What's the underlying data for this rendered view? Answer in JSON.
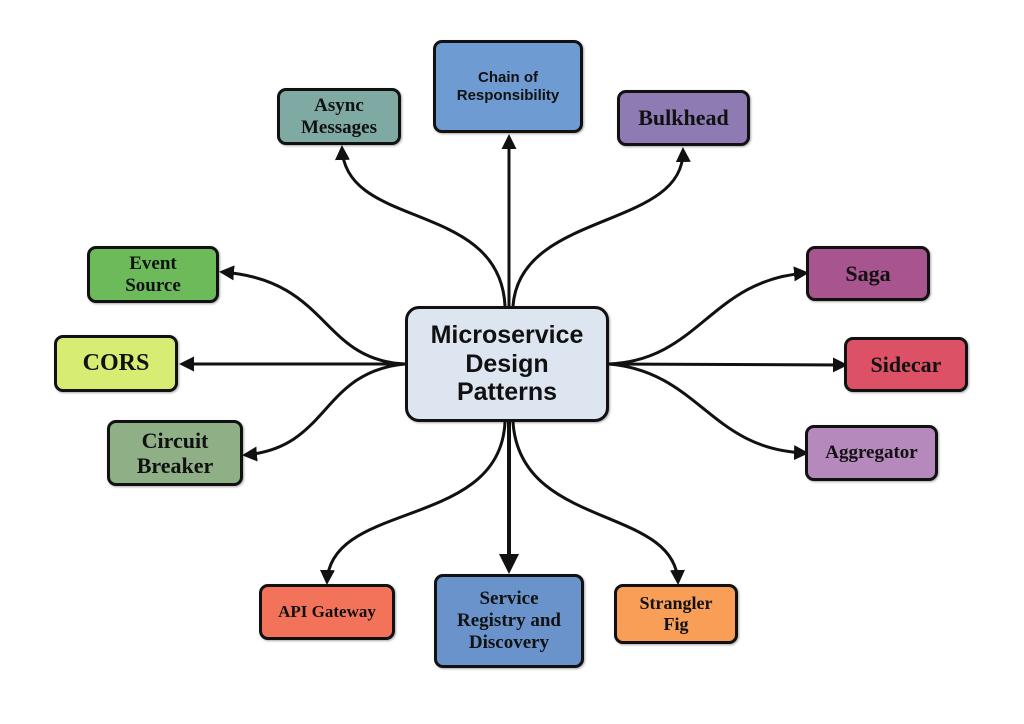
{
  "center": {
    "label": "Microservice\nDesign\nPatterns",
    "fill": "#dde6f0"
  },
  "patterns": {
    "chain": {
      "label": "Chain of\nResponsibility",
      "fill": "#6f9bd3"
    },
    "async": {
      "label": "Async\nMessages",
      "fill": "#7fa9a3"
    },
    "bulkhead": {
      "label": "Bulkhead",
      "fill": "#8e7bb3"
    },
    "event": {
      "label": "Event\nSource",
      "fill": "#6cba5a"
    },
    "cors": {
      "label": "CORS",
      "fill": "#d6ec73"
    },
    "circuit": {
      "label": "Circuit\nBreaker",
      "fill": "#8fb087"
    },
    "saga": {
      "label": "Saga",
      "fill": "#a8548f"
    },
    "sidecar": {
      "label": "Sidecar",
      "fill": "#dd5166"
    },
    "aggregator": {
      "label": "Aggregator",
      "fill": "#b689bd"
    },
    "gateway": {
      "label": "API Gateway",
      "fill": "#f2735a"
    },
    "registry": {
      "label": "Service\nRegistry and\nDiscovery",
      "fill": "#6a93cc"
    },
    "strangler": {
      "label": "Strangler\nFig",
      "fill": "#f89e56"
    }
  }
}
